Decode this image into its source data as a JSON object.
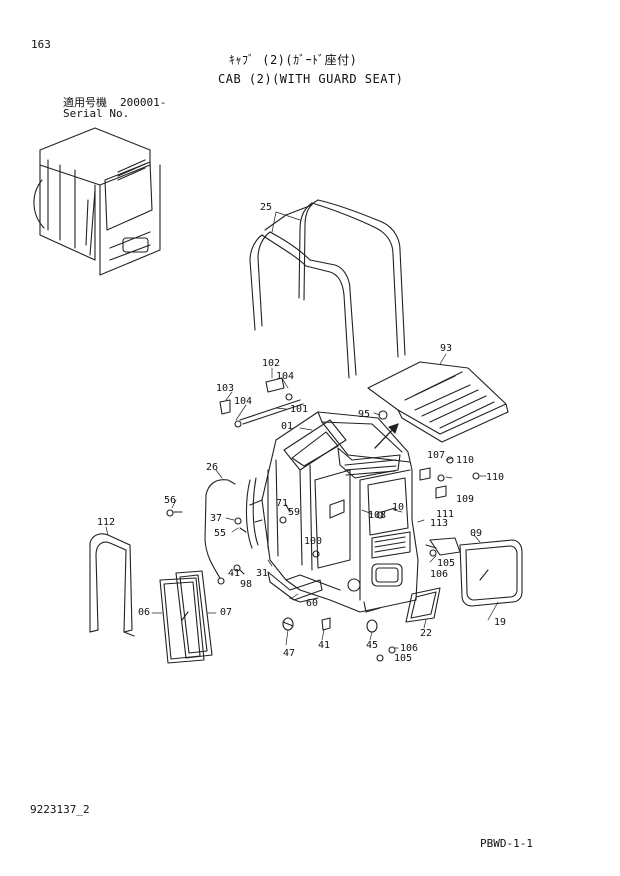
{
  "header": {
    "page_number": "163",
    "title_jp": "ｷｬﾌﾞ  (2)(ｶﾞｰﾄﾞ座付)",
    "title_en": "CAB (2)(WITH GUARD SEAT)",
    "serial_label_jp": "適用号機",
    "serial_value": "200001-",
    "serial_label_en": "Serial No."
  },
  "footer": {
    "doc_code": "9223137_2",
    "page_code": "PBWD-1-1"
  },
  "parts": {
    "p25": "25",
    "p93": "93",
    "p102": "102",
    "p104a": "104",
    "p103": "103",
    "p104b": "104",
    "p101": "101",
    "p95": "95",
    "p01": "01",
    "p26": "26",
    "p107": "107",
    "p110a": "110",
    "p110b": "110",
    "p56": "56",
    "p109": "109",
    "p71": "71",
    "p59": "59",
    "p108": "108",
    "p10": "10",
    "p111": "111",
    "p113": "113",
    "p37": "37",
    "p55": "55",
    "p112": "112",
    "p09": "09",
    "p100": "100",
    "p105a": "105",
    "p106a": "106",
    "p41a": "41",
    "p98": "98",
    "p31": "31",
    "p06": "06",
    "p07": "07",
    "p60": "60",
    "p19": "19",
    "p22": "22",
    "p47": "47",
    "p41b": "41",
    "p45": "45",
    "p106b": "106",
    "p105b": "105"
  }
}
